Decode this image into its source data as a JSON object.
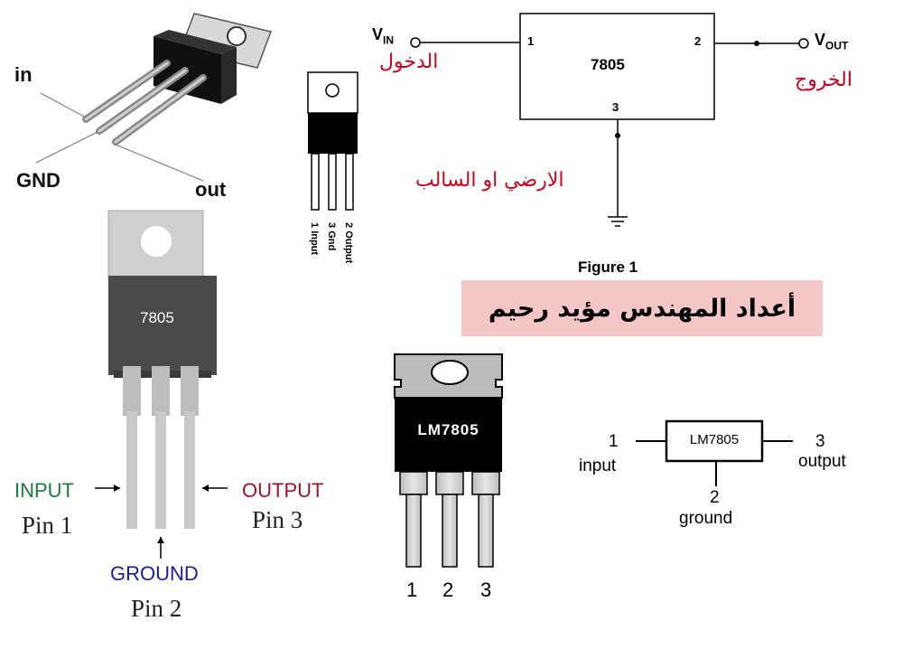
{
  "photo_labels": {
    "in": "in",
    "gnd": "GND",
    "out": "out"
  },
  "small_pinout": {
    "pins": [
      {
        "num": "1",
        "name": "Input"
      },
      {
        "num": "3",
        "name": "Gnd"
      },
      {
        "num": "2",
        "name": "Output"
      }
    ]
  },
  "circuit": {
    "vin_main": "V",
    "vin_sub": "IN",
    "vout_main": "V",
    "vout_sub": "OUT",
    "chip": "7805",
    "pin1": "1",
    "pin2": "2",
    "pin3": "3",
    "input_ar": "الدخول",
    "output_ar": "الخروج",
    "ground_ar": "الارضي او السالب",
    "figure": "Figure 1"
  },
  "banner": {
    "text": "أعداد المهندس مؤيد رحيم",
    "bg": "#f4c6c6"
  },
  "large_package": {
    "chip": "7805",
    "input_label": "INPUT",
    "input_pin": "Pin 1",
    "ground_label": "GROUND",
    "ground_pin": "Pin 2",
    "output_label": "OUTPUT",
    "output_pin": "Pin 3",
    "colors": {
      "input": "#1a7a3a",
      "ground": "#1c1c9e",
      "output": "#a4122a"
    }
  },
  "lm_package": {
    "chip": "LM7805",
    "pins": [
      "1",
      "2",
      "3"
    ]
  },
  "block": {
    "chip": "LM7805",
    "pin1_num": "1",
    "pin1_name": "input",
    "pin3_num": "3",
    "pin3_name": "output",
    "pin2_num": "2",
    "pin2_name": "ground"
  }
}
